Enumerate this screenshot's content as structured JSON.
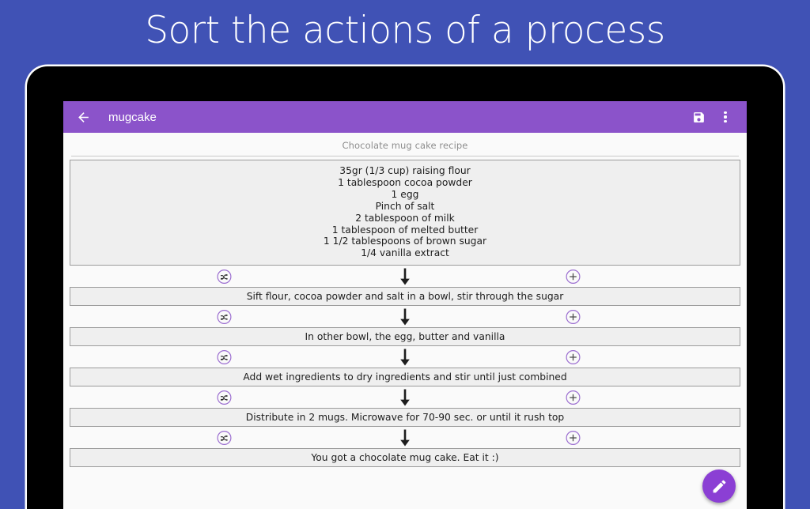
{
  "promo": {
    "headline": "Sort the actions of a process",
    "background_color": "#4052b5",
    "text_color": "#ffffff"
  },
  "device": {
    "bezel_color": "#000000",
    "screen_background": "#fafafa"
  },
  "app": {
    "toolbar": {
      "accent_color": "#8b53ca",
      "back_icon": "back-arrow-icon",
      "title": "mugcake",
      "save_icon": "save-floppy-icon",
      "overflow_icon": "overflow-menu-icon"
    },
    "document": {
      "title": "Chocolate mug cake recipe",
      "ingredients": [
        "35gr (1/3 cup) raising flour",
        "1 tablespoon cocoa powder",
        "1 egg",
        "Pinch of salt",
        "2 tablespoon of milk",
        "1 tablespoon of melted butter",
        "1 1/2 tablespoons of brown sugar",
        "1/4 vanilla extract"
      ],
      "steps": [
        "Sift flour, cocoa powder and salt in a bowl, stir through the sugar",
        "In other bowl, the egg, butter and vanilla",
        "Add wet ingredients to dry ingredients and stir until just combined",
        "Distribute in 2 mugs. Microwave for 70-90 sec. or until it rush top",
        "You got a chocolate mug cake. Eat it :)"
      ],
      "connector": {
        "shuffle_icon": "shuffle-icon",
        "arrow_icon": "arrow-down-icon",
        "add_icon": "add-circle-icon",
        "icon_color": "#9b6dd0"
      }
    },
    "fab": {
      "icon": "edit-pencil-icon",
      "color": "#8b3fd4"
    }
  }
}
